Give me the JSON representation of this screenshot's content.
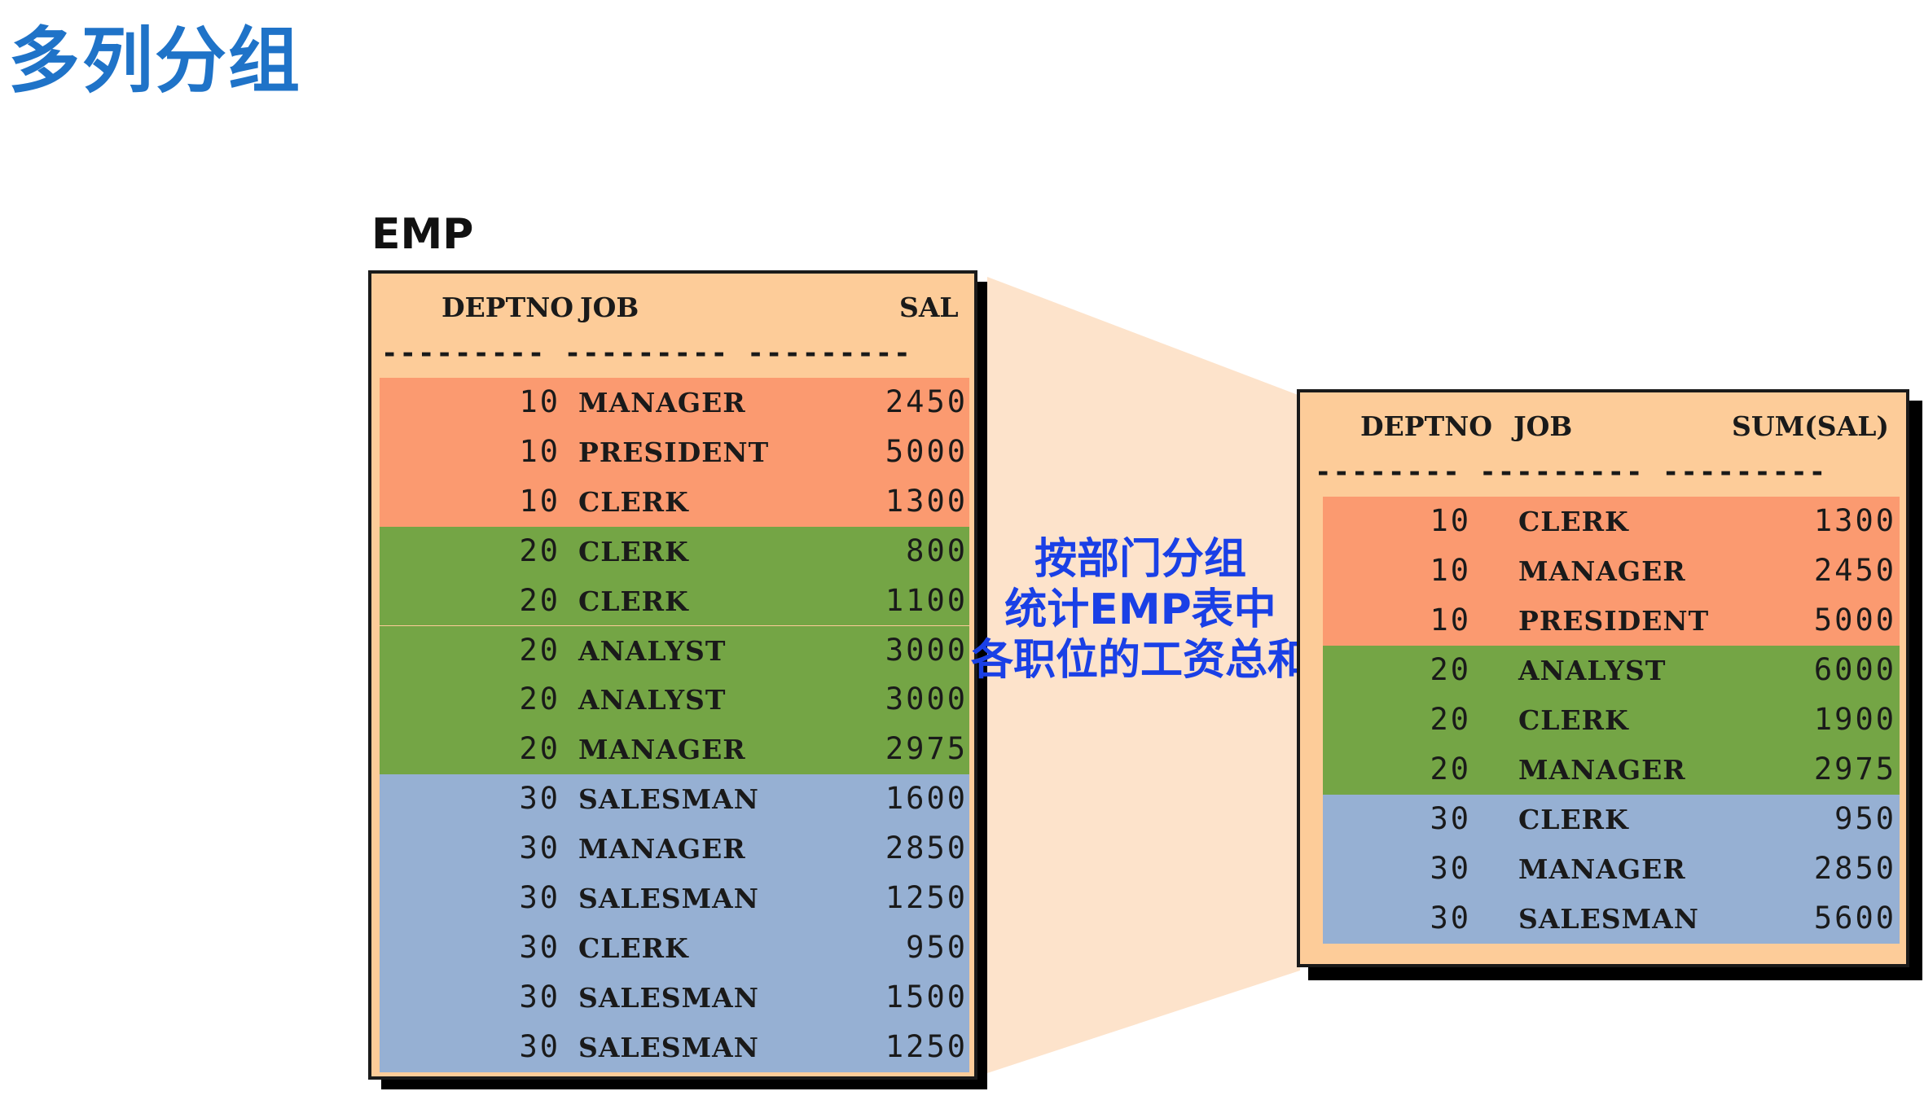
{
  "title": "多列分组",
  "emp_label": "EMP",
  "source_table": {
    "headers": {
      "deptno": "DEPTNO",
      "job": "JOB",
      "sal": "SAL"
    },
    "dashes": "--------- --------- ---------",
    "rows": [
      {
        "deptno": "10",
        "job": "MANAGER",
        "sal": "2450",
        "group": "10"
      },
      {
        "deptno": "10",
        "job": "PRESIDENT",
        "sal": "5000",
        "group": "10"
      },
      {
        "deptno": "10",
        "job": "CLERK",
        "sal": "1300",
        "group": "10"
      },
      {
        "deptno": "20",
        "job": "CLERK",
        "sal": "800",
        "group": "20"
      },
      {
        "deptno": "20",
        "job": "CLERK",
        "sal": "1100",
        "group": "20"
      },
      {
        "deptno": "20",
        "job": "ANALYST",
        "sal": "3000",
        "group": "20"
      },
      {
        "deptno": "20",
        "job": "ANALYST",
        "sal": "3000",
        "group": "20"
      },
      {
        "deptno": "20",
        "job": "MANAGER",
        "sal": "2975",
        "group": "20"
      },
      {
        "deptno": "30",
        "job": "SALESMAN",
        "sal": "1600",
        "group": "30"
      },
      {
        "deptno": "30",
        "job": "MANAGER",
        "sal": "2850",
        "group": "30"
      },
      {
        "deptno": "30",
        "job": "SALESMAN",
        "sal": "1250",
        "group": "30"
      },
      {
        "deptno": "30",
        "job": "CLERK",
        "sal": "950",
        "group": "30"
      },
      {
        "deptno": "30",
        "job": "SALESMAN",
        "sal": "1500",
        "group": "30"
      },
      {
        "deptno": "30",
        "job": "SALESMAN",
        "sal": "1250",
        "group": "30"
      }
    ]
  },
  "result_table": {
    "headers": {
      "deptno": "DEPTNO",
      "job": "JOB",
      "sum": "SUM(SAL)"
    },
    "dashes": "-------- --------- ---------",
    "rows": [
      {
        "deptno": "10",
        "job": "CLERK",
        "sum": "1300",
        "group": "10"
      },
      {
        "deptno": "10",
        "job": "MANAGER",
        "sum": "2450",
        "group": "10"
      },
      {
        "deptno": "10",
        "job": "PRESIDENT",
        "sum": "5000",
        "group": "10"
      },
      {
        "deptno": "20",
        "job": "ANALYST",
        "sum": "6000",
        "group": "20"
      },
      {
        "deptno": "20",
        "job": "CLERK",
        "sum": "1900",
        "group": "20"
      },
      {
        "deptno": "20",
        "job": "MANAGER",
        "sum": "2975",
        "group": "20"
      },
      {
        "deptno": "30",
        "job": "CLERK",
        "sum": "950",
        "group": "30"
      },
      {
        "deptno": "30",
        "job": "MANAGER",
        "sum": "2850",
        "group": "30"
      },
      {
        "deptno": "30",
        "job": "SALESMAN",
        "sum": "5600",
        "group": "30"
      }
    ]
  },
  "annotation": {
    "line1": "按部门分组",
    "line2": "统计EMP表中",
    "line3": "各职位的工资总和"
  },
  "colors": {
    "title": "#1f73c8",
    "table_bg": "#fdcc99",
    "group_10": "#fb9a70",
    "group_20": "#74a545",
    "group_30": "#96b0d3",
    "annotation": "#1a40e6",
    "connector": "#fde0c6"
  }
}
